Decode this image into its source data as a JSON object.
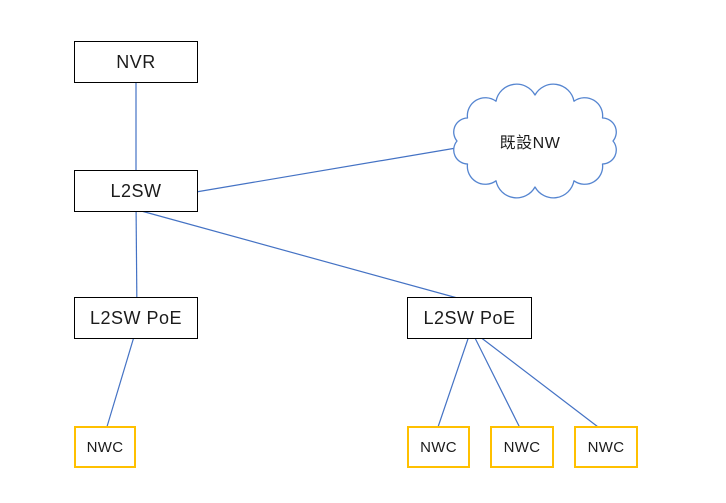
{
  "diagram": {
    "title": "camera-network-topology",
    "nodes": [
      {
        "id": "nvr",
        "label": "NVR",
        "type": "box"
      },
      {
        "id": "l2sw",
        "label": "L2SW",
        "type": "box"
      },
      {
        "id": "existing-nw",
        "label": "既設NW",
        "type": "cloud"
      },
      {
        "id": "l2sw-poe-left",
        "label": "L2SW PoE",
        "type": "box"
      },
      {
        "id": "l2sw-poe-right",
        "label": "L2SW PoE",
        "type": "box"
      },
      {
        "id": "nwc-1",
        "label": "NWC",
        "type": "camera"
      },
      {
        "id": "nwc-2",
        "label": "NWC",
        "type": "camera"
      },
      {
        "id": "nwc-3",
        "label": "NWC",
        "type": "camera"
      },
      {
        "id": "nwc-4",
        "label": "NWC",
        "type": "camera"
      }
    ],
    "edges": [
      {
        "from": "nvr",
        "to": "l2sw"
      },
      {
        "from": "l2sw",
        "to": "existing-nw"
      },
      {
        "from": "l2sw",
        "to": "l2sw-poe-left"
      },
      {
        "from": "l2sw",
        "to": "l2sw-poe-right"
      },
      {
        "from": "l2sw-poe-left",
        "to": "nwc-1"
      },
      {
        "from": "l2sw-poe-right",
        "to": "nwc-2"
      },
      {
        "from": "l2sw-poe-right",
        "to": "nwc-3"
      },
      {
        "from": "l2sw-poe-right",
        "to": "nwc-4"
      }
    ],
    "colors": {
      "connector": "#4472C4",
      "cloud_stroke": "#5585D0",
      "box_border": "#000000",
      "camera_border": "#FFC000",
      "background": "#ffffff"
    }
  }
}
